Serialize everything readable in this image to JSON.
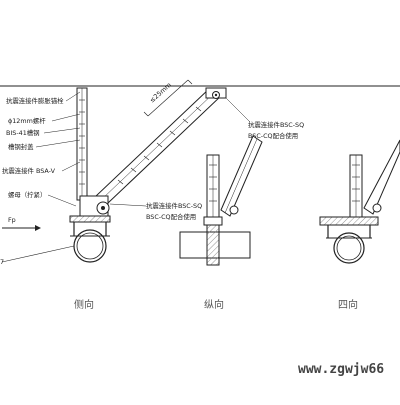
{
  "side_view": {
    "labels": {
      "anchor": "抗震连接件膨胀锚栓",
      "rod": "ϕ12mm螺杆",
      "channel": "BIS-41槽钢",
      "cap": "槽钢封盖",
      "connector_bsa": "抗震连接件 BSA-V",
      "nut": "螺母（拧紧）",
      "connector_sq_1": "抗震连接件BSC-SQ",
      "connector_sq_2": "BSC-CQ配合使用",
      "dim_angle": "≤25mm",
      "force": "Fp",
      "clip": "7"
    },
    "title": "侧向"
  },
  "top_connector": {
    "line1": "抗震连接件BSC-SQ",
    "line2": "BSC-CQ配合使用"
  },
  "longitudinal_view": {
    "title": "纵向"
  },
  "four_way_view": {
    "title": "四向"
  },
  "watermark": "www.zgwjw66"
}
